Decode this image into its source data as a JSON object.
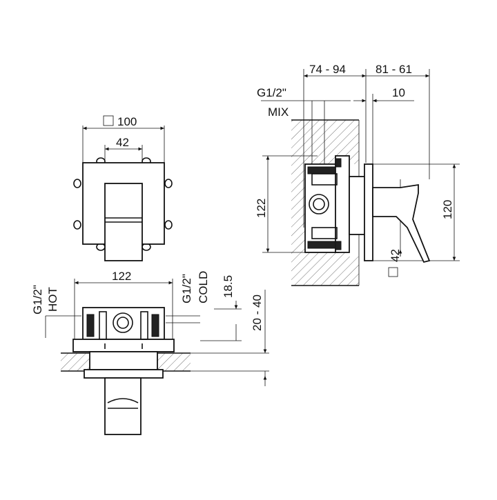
{
  "dimensions": {
    "plate_width": "100",
    "handle_width": "42",
    "box_width": "122",
    "hot_label_size": "G1/2\"",
    "hot_label_name": "HOT",
    "cold_label_size": "G1/2\"",
    "cold_label_name": "COLD",
    "offset_18_5": "18.5",
    "wall_range": "20 - 40",
    "depth_range_1": "74 - 94",
    "depth_range_2": "81 - 61",
    "mix_label_size": "G1/2\"",
    "mix_label_name": "MIX",
    "cover_depth": "10",
    "box_height": "122",
    "plate_height": "120",
    "lever_width": "42"
  }
}
